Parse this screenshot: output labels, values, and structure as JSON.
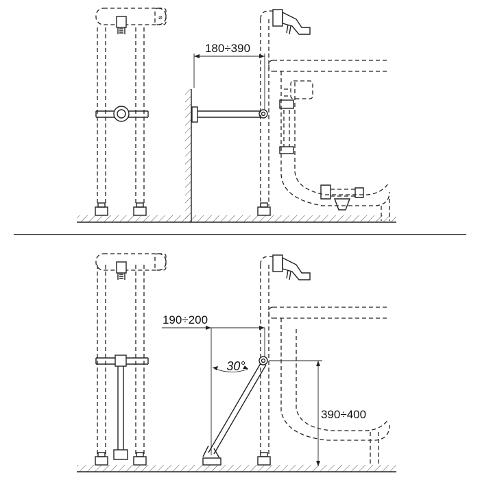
{
  "dimensions": {
    "wall_distance_top": "180÷390",
    "wall_distance_bottom": "190÷200",
    "angle": "30°",
    "support_height": "390÷400"
  }
}
